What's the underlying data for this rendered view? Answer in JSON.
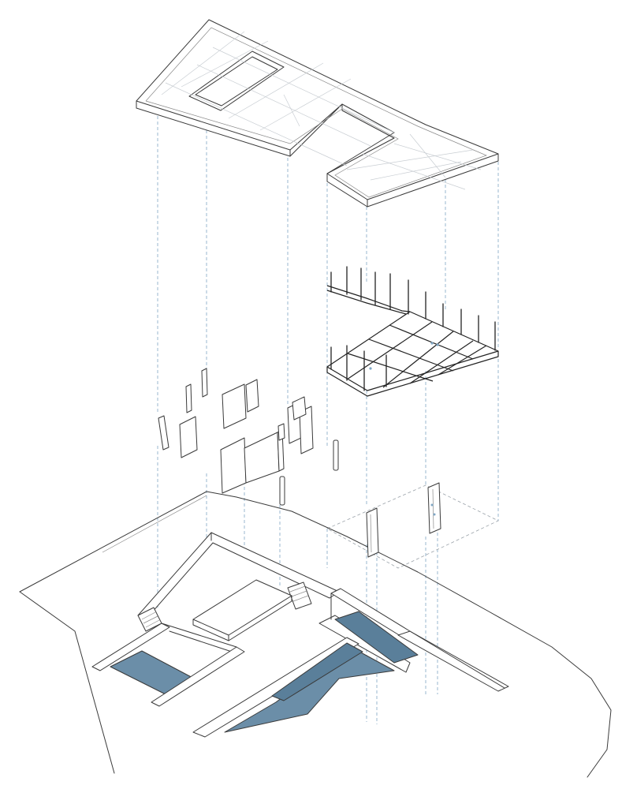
{
  "diagram": {
    "kind": "exploded axonometric architectural drawing",
    "colors": {
      "line": "#3a3a3a",
      "projection_dash": "#7fa6c4",
      "water": "#6b8ea8",
      "background": "#ffffff"
    },
    "layers": [
      "roof-slab",
      "steel-frame",
      "wall-panels",
      "ground-base-with-pools"
    ]
  }
}
